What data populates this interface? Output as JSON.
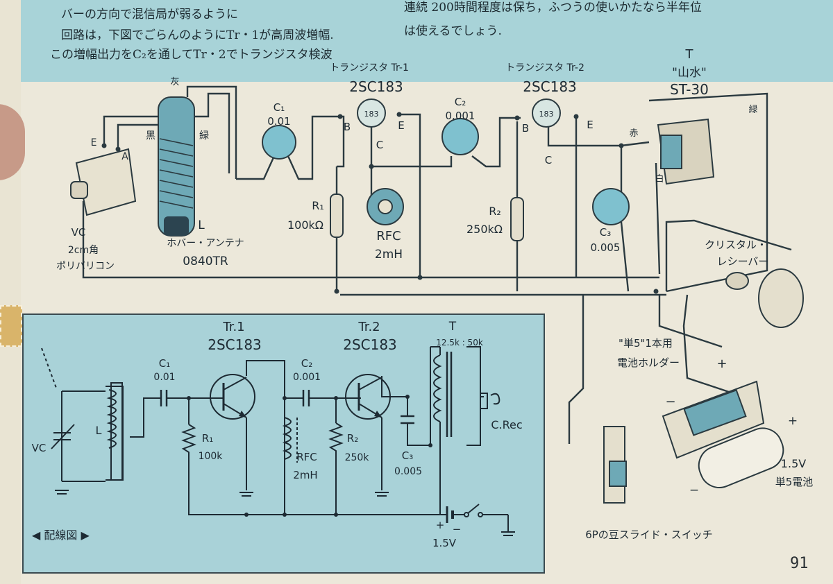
{
  "text": {
    "line1": "バーの方向で混信局が弱るように",
    "line1b": "Tr・1が高周波増幅.",
    "line2": "回路は，下図でごらんのようにTr・1が高周波増幅.",
    "line3": "この増幅出力をC₂を通してTr・2でトランジスタ検波",
    "line4": "連続 200時間程度は保ち，ふつうの使いかたなら半年位",
    "line5": "は使えるでしょう."
  },
  "wiring": {
    "tr1_caption": "トランジスタ Tr-1",
    "tr1_part": "2SC183",
    "tr2_caption": "トランジスタ Tr-2",
    "tr2_part": "2SC183",
    "transistor_mark": "183",
    "transformer_label": "T",
    "transformer_name": "\"山水\"",
    "transformer_model": "ST-30",
    "c1_label": "C₁",
    "c1_value": "0.01",
    "c2_label": "C₂",
    "c2_value": "0.001",
    "c3_label": "C₃",
    "c3_value": "0.005",
    "r1_label": "R₁",
    "r1_value": "100kΩ",
    "r2_label": "R₂",
    "r2_value": "250kΩ",
    "rfc_label": "RFC",
    "rfc_value": "2mH",
    "pin_b": "B",
    "pin_c": "C",
    "pin_e": "E",
    "vc_label": "VC",
    "vc_desc1": "2cm角",
    "vc_desc2": "ポリバリコン",
    "vc_pin_e": "E",
    "vc_pin_a": "A",
    "antenna_label": "L",
    "antenna_desc": "ホバー・アンテナ",
    "antenna_model": "0840TR",
    "wire_gray": "灰",
    "wire_black": "黑",
    "wire_green": "緑",
    "wire_green2": "緑",
    "wire_red": "赤",
    "wire_white": "白",
    "receiver_label1": "クリスタル・",
    "receiver_label2": "レシーバー",
    "holder_label1": "\"単5\"1本用",
    "holder_label2": "電池ホルダー",
    "battery_label1": "1.5V",
    "battery_label2": "単5電池",
    "switch_label": "6Pの豆スライド・スイッチ",
    "plus": "+",
    "minus": "−"
  },
  "schematic": {
    "tr1_label": "Tr.1",
    "tr1_part": "2SC183",
    "tr2_label": "Tr.2",
    "tr2_part": "2SC183",
    "t_label": "T",
    "t_ratio": "12.5k : 50k",
    "c1_label": "C₁",
    "c1_value": "0.01",
    "c2_label": "C₂",
    "c2_value": "0.001",
    "c3_label": "C₃",
    "c3_value": "0.005",
    "r1_label": "R₁",
    "r1_value": "100k",
    "r2_label": "R₂",
    "r2_value": "250k",
    "rfc_label": "RFC",
    "rfc_value": "2mH",
    "vc_label": "VC",
    "l_label": "L",
    "rec_label": "C.Rec",
    "batt_value": "1.5V",
    "plus": "+",
    "minus": "−",
    "legend": "◀ 配線図 ▶"
  },
  "page_number": "91",
  "colors": {
    "band": "#a8d3d8",
    "part_blue": "#7fc1cf",
    "ink": "#1d2a33",
    "page": "#ece8da"
  }
}
